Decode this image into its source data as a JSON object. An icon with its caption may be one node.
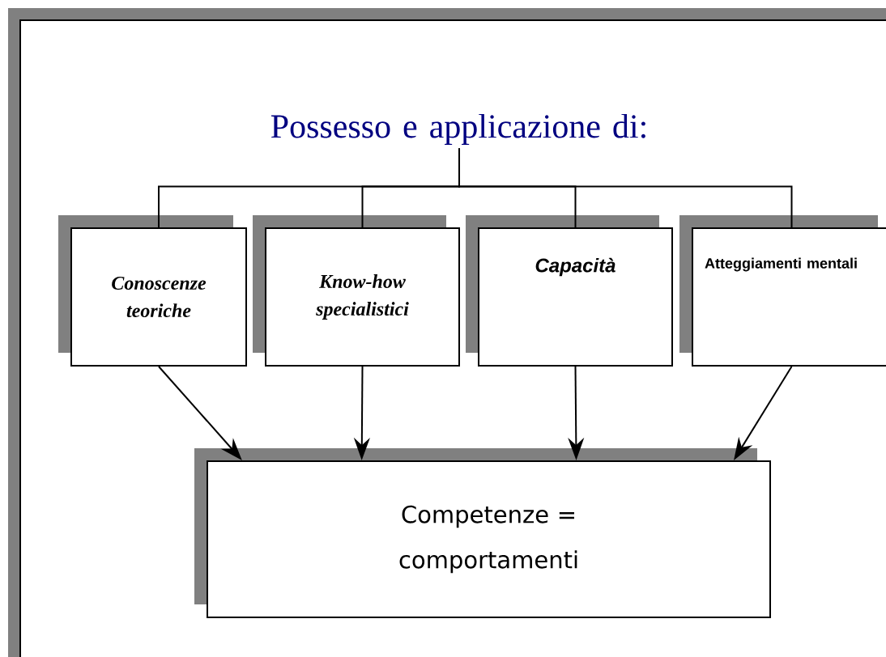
{
  "diagram": {
    "nodes": [
      {
        "text": [
          "Possesso e applicazione di:"
        ]
      },
      {
        "text": [
          "Conoscenze teoriche"
        ]
      },
      {
        "text": [
          "Know-how specialistici"
        ]
      },
      {
        "text": [
          "Capacità"
        ]
      },
      {
        "text": [
          "Atteggiamenti mentali"
        ]
      },
      {
        "text": [
          "Competenze = comportamenti"
        ]
      }
    ],
    "edges": [
      {
        "from": 0,
        "to": 1,
        "arrow": "none"
      },
      {
        "from": 0,
        "to": 2,
        "arrow": "none"
      },
      {
        "from": 0,
        "to": 3,
        "arrow": "none"
      },
      {
        "from": 0,
        "to": 4,
        "arrow": "none"
      },
      {
        "from": 1,
        "to": 5,
        "arrow": "to"
      },
      {
        "from": 2,
        "to": 5,
        "arrow": "to"
      },
      {
        "from": 3,
        "to": 5,
        "arrow": "to"
      },
      {
        "from": 4,
        "to": 5,
        "arrow": "to"
      }
    ]
  }
}
